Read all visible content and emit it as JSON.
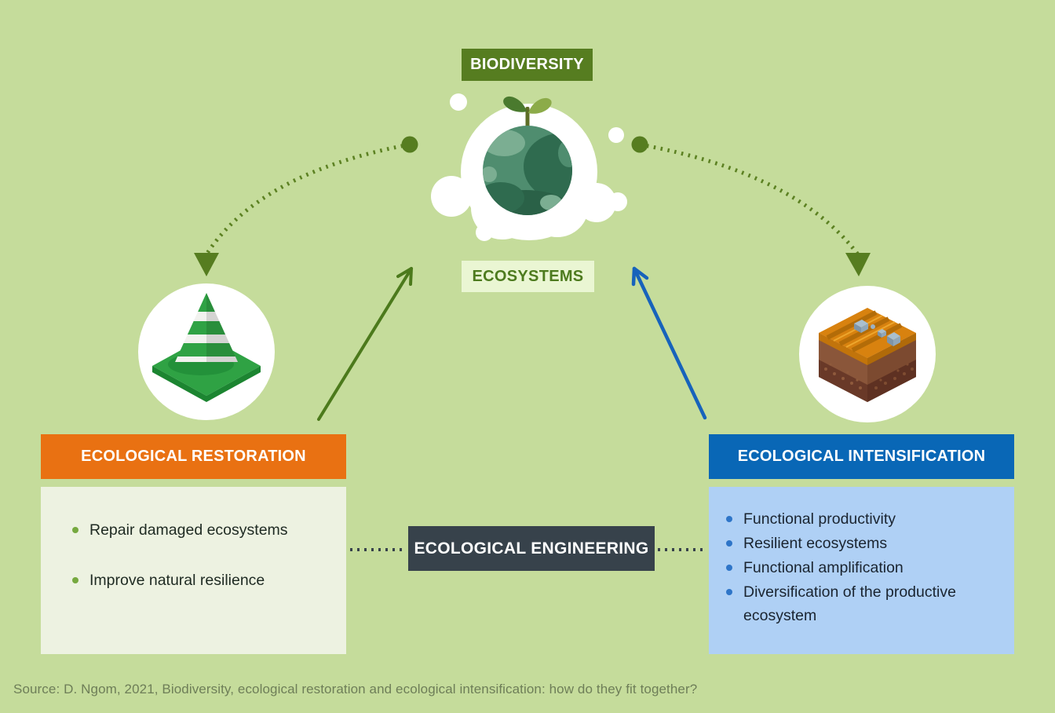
{
  "badges": {
    "biodiversity": "BIODIVERSITY",
    "ecosystems": "ECOSYSTEMS",
    "engineering": "ECOLOGICAL ENGINEERING"
  },
  "left_card": {
    "header": "ECOLOGICAL RESTORATION",
    "items": [
      "Repair damaged ecosystems",
      "Improve natural resilience"
    ]
  },
  "right_card": {
    "header": "ECOLOGICAL INTENSIFICATION",
    "items": [
      "Functional productivity",
      "Resilient ecosystems",
      "Functional amplification",
      "Diversification of the productive ecosystem"
    ]
  },
  "icons": {
    "center": "globe-with-sprout-in-cloud",
    "left": "striped-traffic-cone",
    "right": "isometric-soil-block"
  },
  "colors": {
    "background": "#c5dc9b",
    "dark_green_badge": "#567d20",
    "ecosystems_badge_bg": "#eaf6d3",
    "ecosystems_badge_text": "#4d7b1e",
    "restoration_header": "#e97112",
    "restoration_body": "#edf2e1",
    "intensification_header": "#0967b6",
    "intensification_body": "#afd0f5",
    "engineering_box": "#37424b",
    "arrow_green": "#4c7a1c",
    "arrow_blue": "#1763bb",
    "dotted_arc_green": "#5c8122",
    "bullet_green": "#76a93f",
    "bullet_blue": "#2e75c8",
    "source_text": "#6e7e58"
  },
  "source_text": "Source: D. Ngom, 2021, Biodiversity, ecological restoration and ecological intensification: how do they fit together?"
}
